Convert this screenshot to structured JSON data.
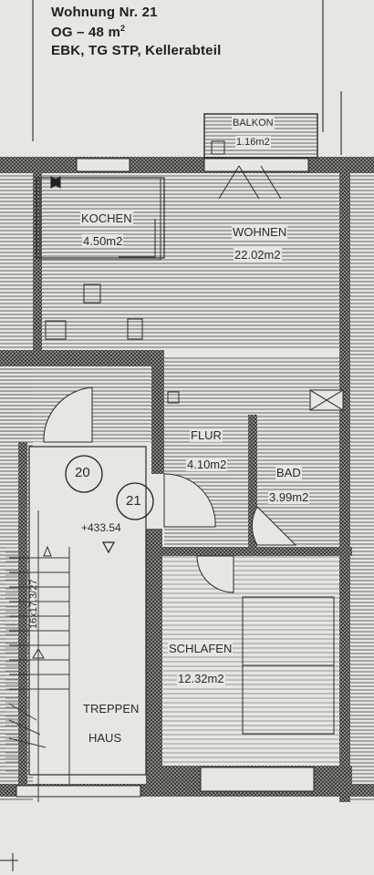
{
  "header": {
    "title": "Wohnung Nr. 21",
    "floor_area": "OG – 48 m",
    "floor_area_sup": "2",
    "features": "EBK, TG STP, Kellerabteil"
  },
  "rooms": {
    "balkon": {
      "name": "BALKON",
      "area": "1.16m2"
    },
    "kochen": {
      "name": "KOCHEN",
      "area": "4.50m2"
    },
    "wohnen": {
      "name": "WOHNEN",
      "area": "22.02m2"
    },
    "flur": {
      "name": "FLUR",
      "area": "4.10m2"
    },
    "bad": {
      "name": "BAD",
      "area": "3.99m2"
    },
    "schlafen": {
      "name": "SCHLAFEN",
      "area": "12.32m2"
    },
    "treppenhaus": {
      "line1": "TREPPEN",
      "line2": "HAUS"
    }
  },
  "markers": {
    "unit_20": "20",
    "unit_21": "21",
    "elevation": "+433.54",
    "stairs": "16x17.3/27"
  },
  "colors": {
    "paper": "#e7e7e1",
    "hatch": "#6f6f6f",
    "wall": "#2b2b2b"
  }
}
